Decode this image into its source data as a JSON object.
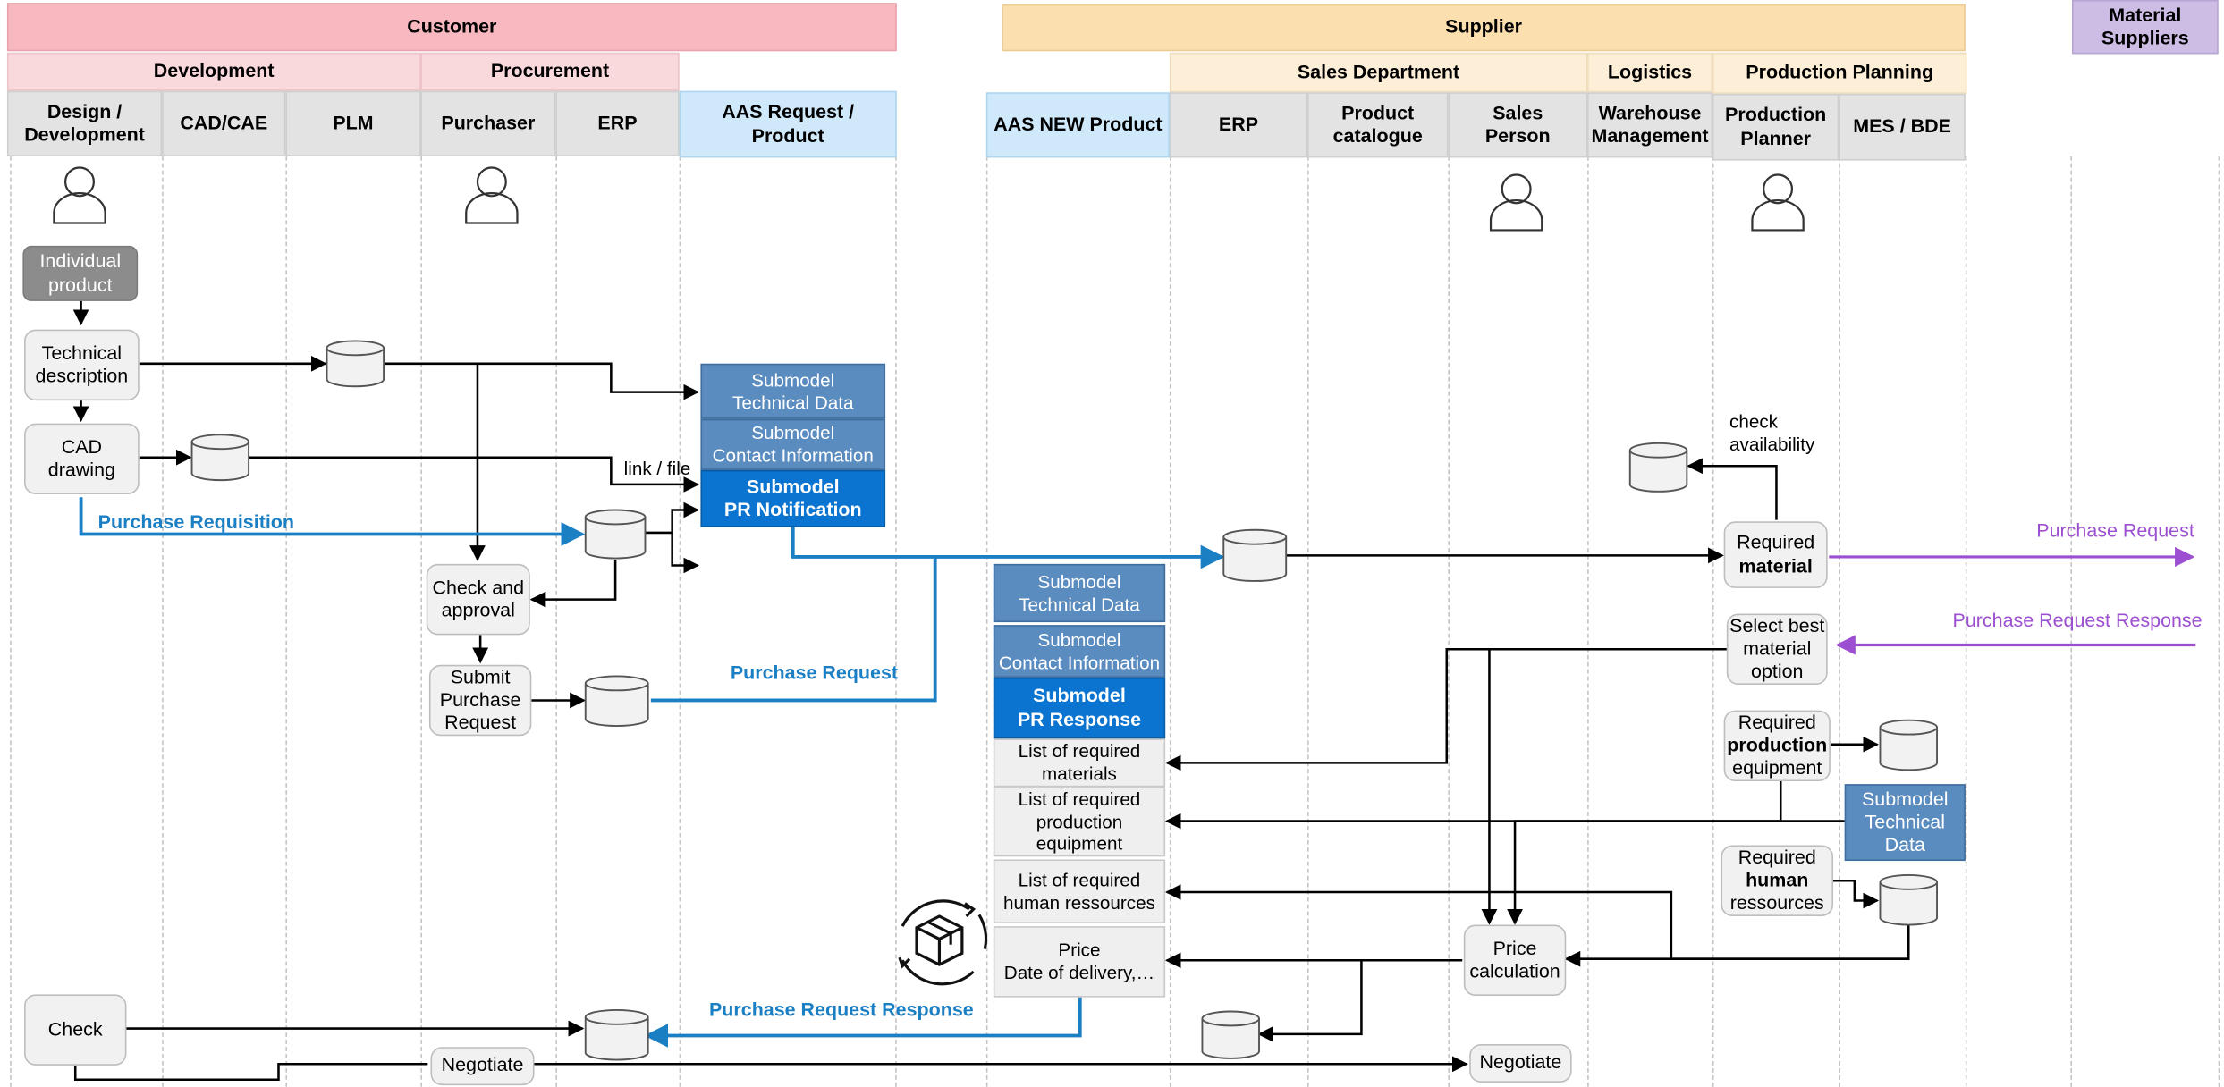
{
  "headers": {
    "customer": "Customer",
    "supplier": "Supplier",
    "material_suppliers": "Material\nSuppliers",
    "development": "Development",
    "procurement": "Procurement",
    "sales_department": "Sales Department",
    "logistics": "Logistics",
    "production_planning": "Production Planning"
  },
  "columns": {
    "design_development": "Design /\nDevelopment",
    "cad_cae": "CAD/CAE",
    "plm": "PLM",
    "purchaser": "Purchaser",
    "erp_customer": "ERP",
    "aas_request": "AAS Request /\nProduct",
    "aas_new_product": "AAS NEW Product",
    "erp_supplier": "ERP",
    "product_catalogue": "Product\ncatalogue",
    "sales_person": "Sales\nPerson",
    "warehouse_management": "Warehouse\nManagement",
    "production_planner": "Production\nPlanner",
    "mes_bde": "MES / BDE"
  },
  "customer_steps": {
    "individual_product": "Individual\nproduct",
    "technical_description": "Technical\ndescription",
    "cad_drawing": "CAD\ndrawing",
    "check_and_approval": "Check and\napproval",
    "submit_purchase_request": "Submit\nPurchase\nRequest",
    "check": "Check",
    "negotiate": "Negotiate"
  },
  "request_submodels": {
    "technical_data": "Submodel\nTechnical Data",
    "contact_information": "Submodel\nContact Information",
    "pr_notification": "Submodel\nPR Notification"
  },
  "response_submodels": {
    "technical_data": "Submodel\nTechnical Data",
    "contact_information": "Submodel\nContact Information",
    "pr_response": "Submodel\nPR Response",
    "list_materials": "List of required\nmaterials",
    "list_equipment": "List of required\nproduction\nequipment",
    "list_human": "List of required\nhuman ressources",
    "price_delivery": "Price\nDate of delivery,…"
  },
  "supplier_steps": {
    "required_material_pre": "Required",
    "required_material_bold": "material",
    "select_best_material": "Select best\nmaterial\noption",
    "required_production_pre": "Required",
    "required_production_bold": "production",
    "required_production_post": "equipment",
    "required_human_pre": "Required",
    "required_human_bold": "human",
    "required_human_post": "ressources",
    "submodel_technical_data": "Submodel\nTechnical\nData",
    "price_calculation": "Price\ncalculation",
    "negotiate": "Negotiate",
    "check_availability": "check\navailability"
  },
  "flow_labels": {
    "purchase_requisition": "Purchase Requisition",
    "link_file": "link / file",
    "purchase_request": "Purchase Request",
    "purchase_request_response": "Purchase Request Response",
    "material_purchase_request": "Purchase Request",
    "material_purchase_request_response": "Purchase Request Response"
  },
  "colors": {
    "customer_header": "#f8b8c0",
    "supplier_header": "#fbdfae",
    "material_header": "#cdbde4",
    "submodel": "#5b8cc0",
    "submodel_highlight": "#0b74d0",
    "flow_blue": "#1b7fc4",
    "flow_purple": "#9c4fd0"
  }
}
